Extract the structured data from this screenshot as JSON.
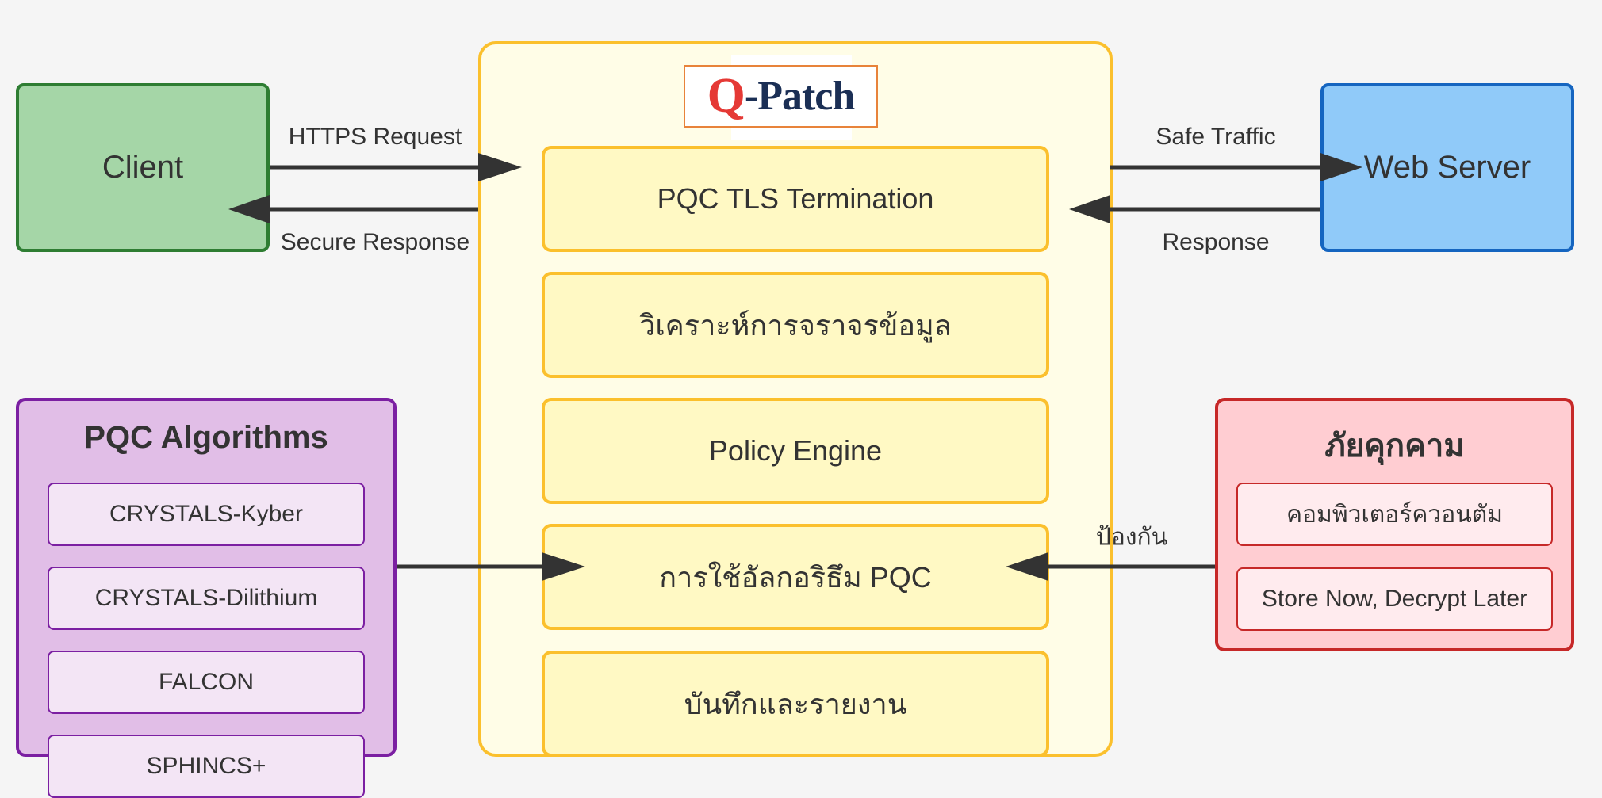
{
  "nodes": {
    "client": "Client",
    "web_server": "Web Server"
  },
  "logo": {
    "q": "Q",
    "rest": "-Patch"
  },
  "qpatch_stages": [
    "PQC TLS Termination",
    "วิเคราะห์การจราจรข้อมูล",
    "Policy Engine",
    "การใช้อัลกอริธึม PQC",
    "บันทึกและรายงาน"
  ],
  "edge_labels": {
    "https_request": "HTTPS Request",
    "secure_response": "Secure Response",
    "safe_traffic": "Safe Traffic",
    "response": "Response",
    "protect": "ป้องกัน"
  },
  "pqc_algorithms": {
    "title": "PQC Algorithms",
    "items": [
      "CRYSTALS-Kyber",
      "CRYSTALS-Dilithium",
      "FALCON",
      "SPHINCS+"
    ]
  },
  "threats": {
    "title": "ภัยคุกคาม",
    "items": [
      "คอมพิวเตอร์ควอนตัม",
      "Store Now, Decrypt Later"
    ]
  },
  "colors": {
    "client_fill": "#a5d6a7",
    "client_border": "#2e7d32",
    "server_fill": "#90caf9",
    "server_border": "#1565c0",
    "qpatch_fill": "#fffde7",
    "qpatch_border": "#fbc02d",
    "stage_fill": "#fff9c4",
    "algo_fill": "#e1bee7",
    "algo_border": "#7b1fa2",
    "threat_fill": "#ffcdd2",
    "threat_border": "#c62828",
    "arrow": "#333333"
  }
}
